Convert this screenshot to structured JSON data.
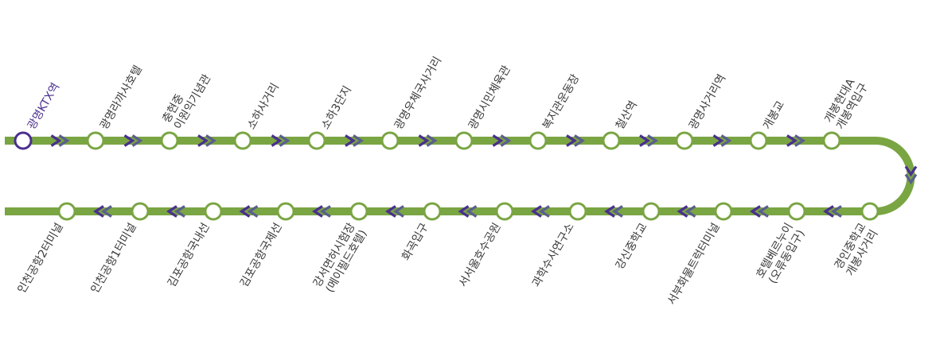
{
  "colors": {
    "line": "#7aa543",
    "station_stroke": "#7aa543",
    "first_station_stroke": "#4a2f8f",
    "arrow_dark": "#4a2f8f",
    "arrow_light": "#5b5e8e",
    "label": "#3a3a3a",
    "first_label": "#4a2f8f"
  },
  "top_stations": [
    [
      "광명KTX역"
    ],
    [
      "광명라까사호텔"
    ],
    [
      "충현중",
      "이원익기념관"
    ],
    [
      "소하사거리"
    ],
    [
      "소하3단지"
    ],
    [
      "광명우체국사거리"
    ],
    [
      "광명시민체육관"
    ],
    [
      "복지관운동장"
    ],
    [
      "철산역"
    ],
    [
      "광명사거리역"
    ],
    [
      "개봉교"
    ],
    [
      "개봉현대A",
      "개봉역입구"
    ]
  ],
  "bottom_stations": [
    [
      "인천공항2터미널"
    ],
    [
      "인천공항1터미널"
    ],
    [
      "김포공항국내선"
    ],
    [
      "김포공항국제선"
    ],
    [
      "강서면허시험장",
      "(메이필드호텔)"
    ],
    [
      "화곡입구"
    ],
    [
      "서서울호수공원"
    ],
    [
      "과학수사연구소"
    ],
    [
      "강신중학교"
    ],
    [
      "서부화물트럭터미널"
    ],
    [
      "호텔베르누이",
      "(오류동입구)"
    ],
    [
      "경인중학교",
      "개봉사거리"
    ]
  ]
}
